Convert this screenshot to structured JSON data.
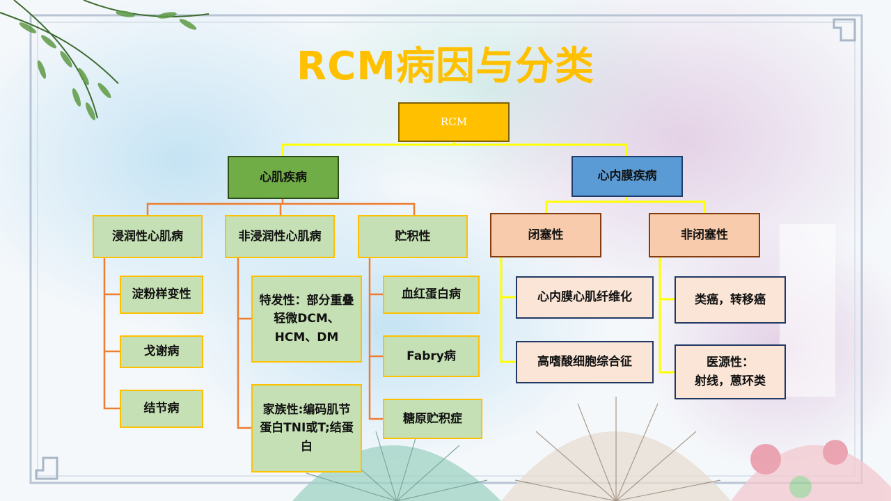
{
  "title": "RCM病因与分类",
  "root": "RCM",
  "myocardial": {
    "label": "心肌疾病",
    "infiltrative": {
      "label": "浸润性心肌病",
      "items": [
        "淀粉样变性",
        "戈谢病",
        "结节病"
      ]
    },
    "non_infiltrative": {
      "label": "非浸润性心肌病",
      "idiopathic": [
        "特发性：部分重叠",
        "轻微DCM、",
        "HCM、DM"
      ],
      "familial": [
        "家族性:编码肌节",
        "蛋白TNI或T;结蛋",
        "白"
      ]
    },
    "storage": {
      "label": "贮积性",
      "items": [
        "血红蛋白病",
        "Fabry病",
        "糖原贮积症"
      ]
    }
  },
  "endomyocardial": {
    "label": "心内膜疾病",
    "obliterative": {
      "label": "闭塞性",
      "items": [
        "心内膜心肌纤维化",
        "高嗜酸细胞综合征"
      ]
    },
    "non_obliterative": {
      "label": "非闭塞性",
      "carcinoid": "类癌，转移癌",
      "iatrogenic": [
        "医源性：",
        "射线，蒽环类"
      ]
    }
  },
  "colors": {
    "title": "#ffc000",
    "root_fill": "#ffc000",
    "myocardial_fill": "#70ad47",
    "endomyocardial_fill": "#5b9bd5",
    "leaf_green": "#c5e0b4",
    "leaf_peach": "#f8cbad",
    "connector_orange": "#ed7d31",
    "connector_yellow": "#ffff00"
  }
}
